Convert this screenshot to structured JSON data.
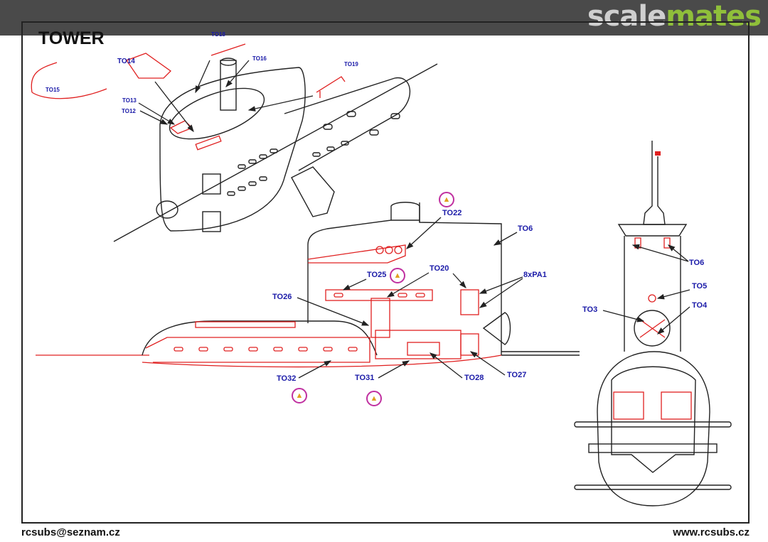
{
  "header": {
    "logo_part1": "scale",
    "logo_part2": "mates",
    "logo_colors": [
      "#cfcfcf",
      "#8fbf3a"
    ]
  },
  "title": "TOWER",
  "footer": {
    "email": "rcsubs@seznam.cz",
    "website": "www.rcsubs.cz"
  },
  "labels": {
    "TO18": "TO18",
    "TO14": "TO14",
    "TO16": "TO16",
    "TO19": "TO19",
    "TO15": "TO15",
    "TO13": "TO13",
    "TO12": "TO12",
    "TO22": "TO22",
    "TO6": "TO6",
    "TO25": "TO25",
    "TO20": "TO20",
    "8xPA1": "8xPA1",
    "TO26": "TO26",
    "TO32": "TO32",
    "TO31": "TO31",
    "TO28": "TO28",
    "TO27": "TO27",
    "TO6b": "TO6",
    "TO5": "TO5",
    "TO3": "TO3",
    "TO4": "TO4"
  },
  "colors": {
    "part_outline": "#e02020",
    "label": "#1a1aa8",
    "glue_marker": "#c030a0"
  },
  "icons": {
    "glue": "glue-icon"
  }
}
